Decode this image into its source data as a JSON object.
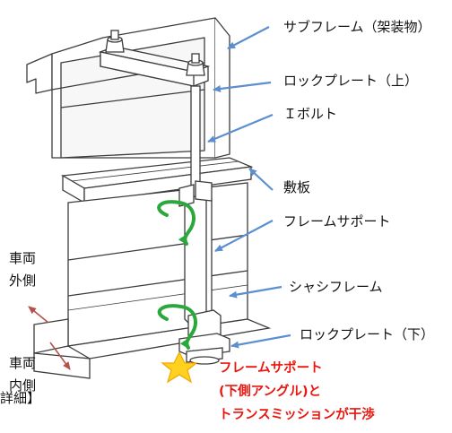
{
  "labels": {
    "subframe": "サブフレーム（架装物）",
    "lock_plate_upper": "ロックプレート（上）",
    "i_bolt": "Ｉボルト",
    "shikiita": "敷板",
    "frame_support": "フレームサポート",
    "chassis_frame": "シャシフレーム",
    "lock_plate_lower": "ロックプレート（下）",
    "vehicle_outer_1": "車両",
    "vehicle_outer_2": "外側",
    "vehicle_inner_1": "車両",
    "vehicle_inner_2": "内側",
    "detail_partial": "詳細】"
  },
  "warning": {
    "line1": "フレームサポート",
    "line2": "(下側アングル)と",
    "line3": "トランスミッションが干渉"
  },
  "colors": {
    "callout_arrow": "#5b8fd0",
    "rotation_arrow": "#2aa83c",
    "direction_arrow": "#b4524a",
    "warning_text": "#e8170f",
    "star_fill": "#ffd21f",
    "line": "#3c3c3c"
  }
}
